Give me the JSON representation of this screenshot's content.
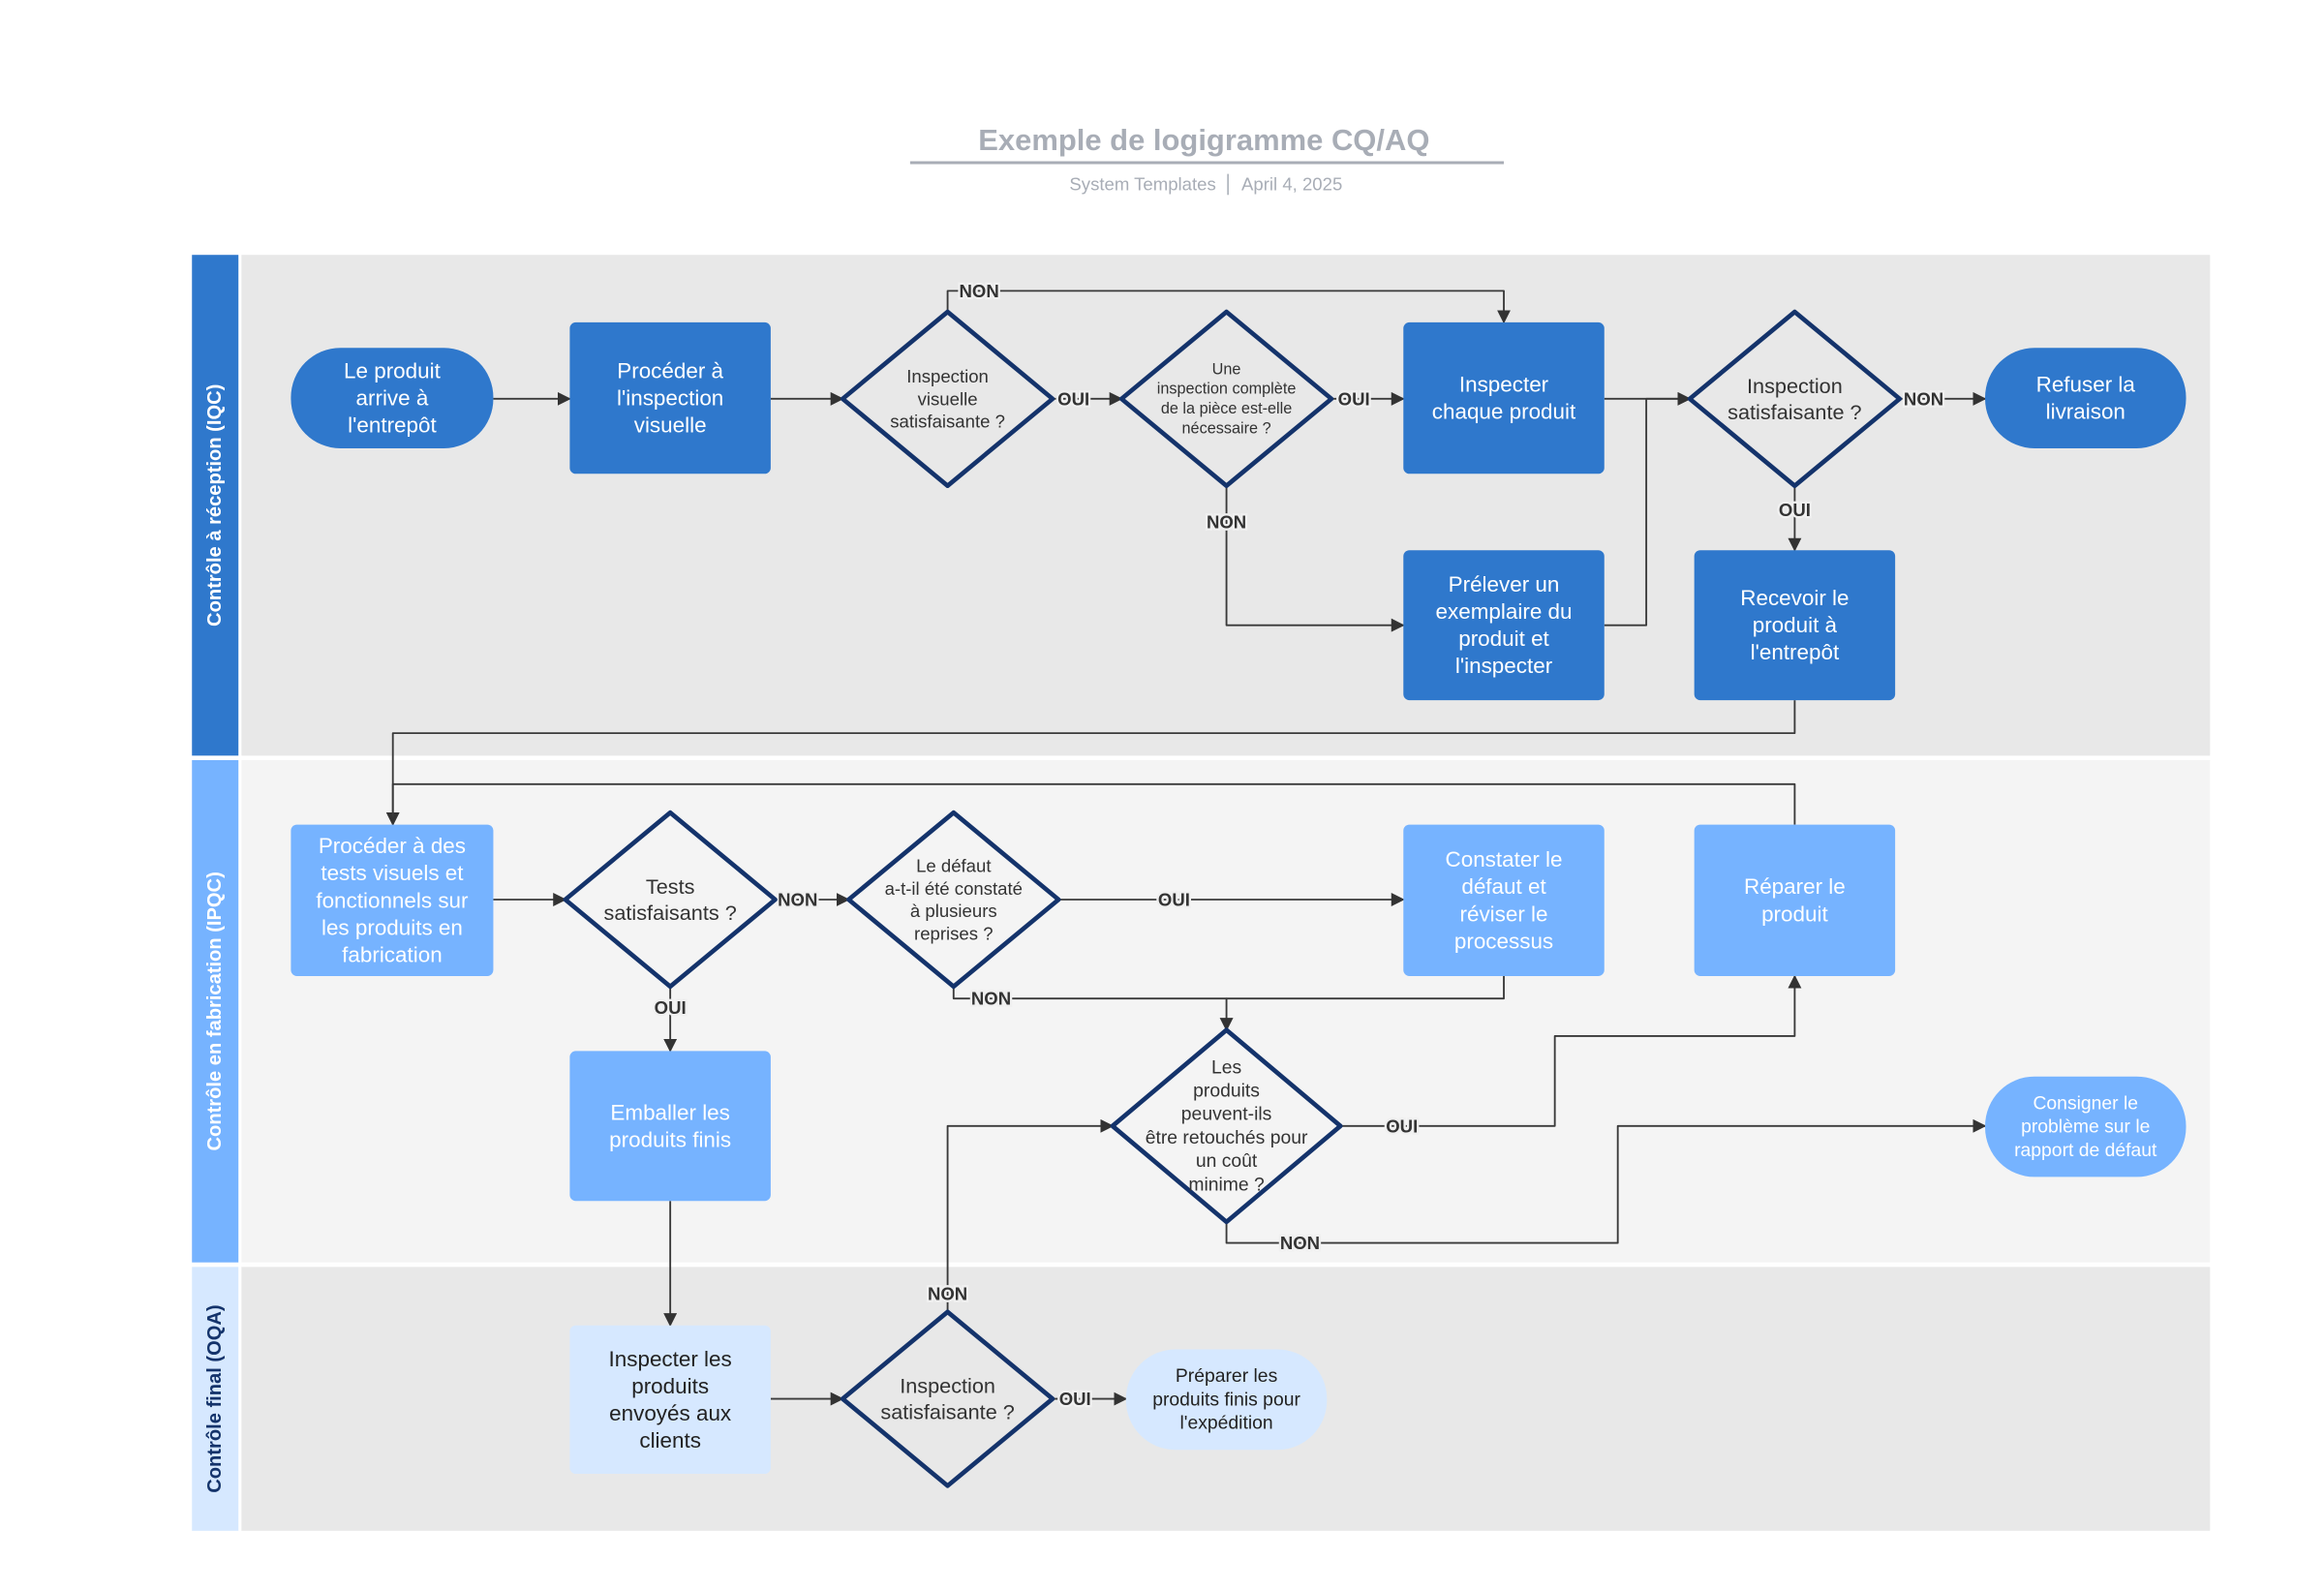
{
  "header": {
    "title": "Exemple de logigramme CQ/AQ",
    "author": "System Templates",
    "date": "April 4, 2025"
  },
  "colors": {
    "lane1": "#2f78cc",
    "lane2": "#76b3ff",
    "lane3": "#d6e8ff",
    "diamond_stroke": "#14336b",
    "lane_bg_dark": "#e8e8e8",
    "lane_bg_light": "#f4f4f4"
  },
  "lanes": [
    {
      "label": "Contrôle à réception (IQC)"
    },
    {
      "label": "Contrôle en fabrication (IPQC)"
    },
    {
      "label": "Contrôle final (OQA)"
    }
  ],
  "nodes": {
    "n1": {
      "lines": [
        "Le produit",
        "arrive à",
        "l'entrepôt"
      ]
    },
    "n2": {
      "lines": [
        "Procéder à",
        "l'inspection",
        "visuelle"
      ]
    },
    "n3": {
      "lines": [
        "Inspection",
        "visuelle",
        "satisfaisante ?"
      ]
    },
    "n4": {
      "lines": [
        "Une",
        "inspection complète",
        "de la pièce est-elle",
        "nécessaire ?"
      ]
    },
    "n5": {
      "lines": [
        "Inspecter",
        "chaque produit"
      ]
    },
    "n6": {
      "lines": [
        "Inspection",
        "satisfaisante ?"
      ]
    },
    "n7": {
      "lines": [
        "Refuser la",
        "livraison"
      ]
    },
    "n8": {
      "lines": [
        "Prélever un",
        "exemplaire du",
        "produit et",
        "l'inspecter"
      ]
    },
    "n9": {
      "lines": [
        "Recevoir le",
        "produit à",
        "l'entrepôt"
      ]
    },
    "n10": {
      "lines": [
        "Procéder à des",
        "tests visuels et",
        "fonctionnels sur",
        "les produits en",
        "fabrication"
      ]
    },
    "n11": {
      "lines": [
        "Tests",
        "satisfaisants ?"
      ]
    },
    "n12": {
      "lines": [
        "Le défaut",
        "a-t-il été constaté",
        "à plusieurs",
        "reprises ?"
      ]
    },
    "n13": {
      "lines": [
        "Constater le",
        "défaut et",
        "réviser le",
        "processus"
      ]
    },
    "n14": {
      "lines": [
        "Réparer le",
        "produit"
      ]
    },
    "n15": {
      "lines": [
        "Emballer les",
        "produits finis"
      ]
    },
    "n16": {
      "lines": [
        "Les",
        "produits",
        "peuvent-ils",
        "être retouchés pour",
        "un coût",
        "minime ?"
      ]
    },
    "n17": {
      "lines": [
        "Consigner le",
        "problème sur le",
        "rapport de défaut"
      ]
    },
    "n18": {
      "lines": [
        "Inspecter les",
        "produits",
        "envoyés aux",
        "clients"
      ]
    },
    "n19": {
      "lines": [
        "Inspection",
        "satisfaisante ?"
      ]
    },
    "n20": {
      "lines": [
        "Préparer les",
        "produits finis pour",
        "l'expédition"
      ]
    }
  },
  "edge_labels": {
    "e3": "OUI",
    "e4": "NON",
    "e5": "OUI",
    "e6": "NON",
    "e9": "NON",
    "e10": "OUI",
    "e14": "NON",
    "e15": "OUI",
    "e16": "NON",
    "e18": "OUI",
    "e19": "OUI",
    "e20": "NON",
    "e23": "OUI",
    "e24": "NON"
  }
}
